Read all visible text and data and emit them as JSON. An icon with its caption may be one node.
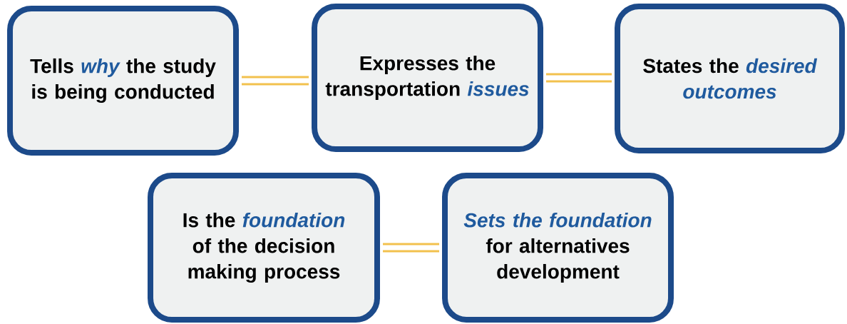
{
  "diagram": {
    "nodes": [
      {
        "text": [
          "Tells *why* the study is being conducted"
        ]
      },
      {
        "text": [
          "Expresses the transportation *issues*"
        ]
      },
      {
        "text": [
          "States the *desired outcomes*"
        ]
      },
      {
        "text": [
          "Is the *foundation* of the decision making process"
        ]
      },
      {
        "text": [
          "*Sets the foundation* for alternatives development"
        ]
      }
    ],
    "edges": [
      {
        "from": 0,
        "to": 1,
        "arrow": "none"
      },
      {
        "from": 1,
        "to": 2,
        "arrow": "none"
      },
      {
        "from": 3,
        "to": 4,
        "arrow": "none"
      }
    ]
  }
}
